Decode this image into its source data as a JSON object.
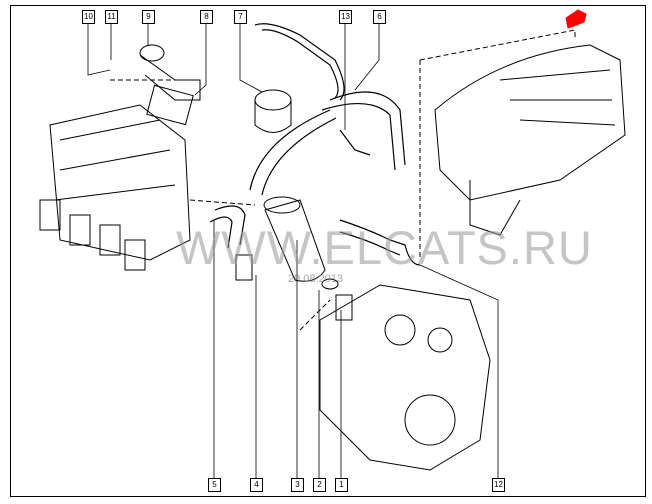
{
  "diagram": {
    "callouts": [
      "10",
      "11",
      "9",
      "8",
      "7",
      "13",
      "6",
      "5",
      "4",
      "3",
      "2",
      "1",
      "12"
    ],
    "watermark": "WWW.ELCATS.RU",
    "date": "29.08.2013",
    "marker_color": "#ff0000"
  }
}
